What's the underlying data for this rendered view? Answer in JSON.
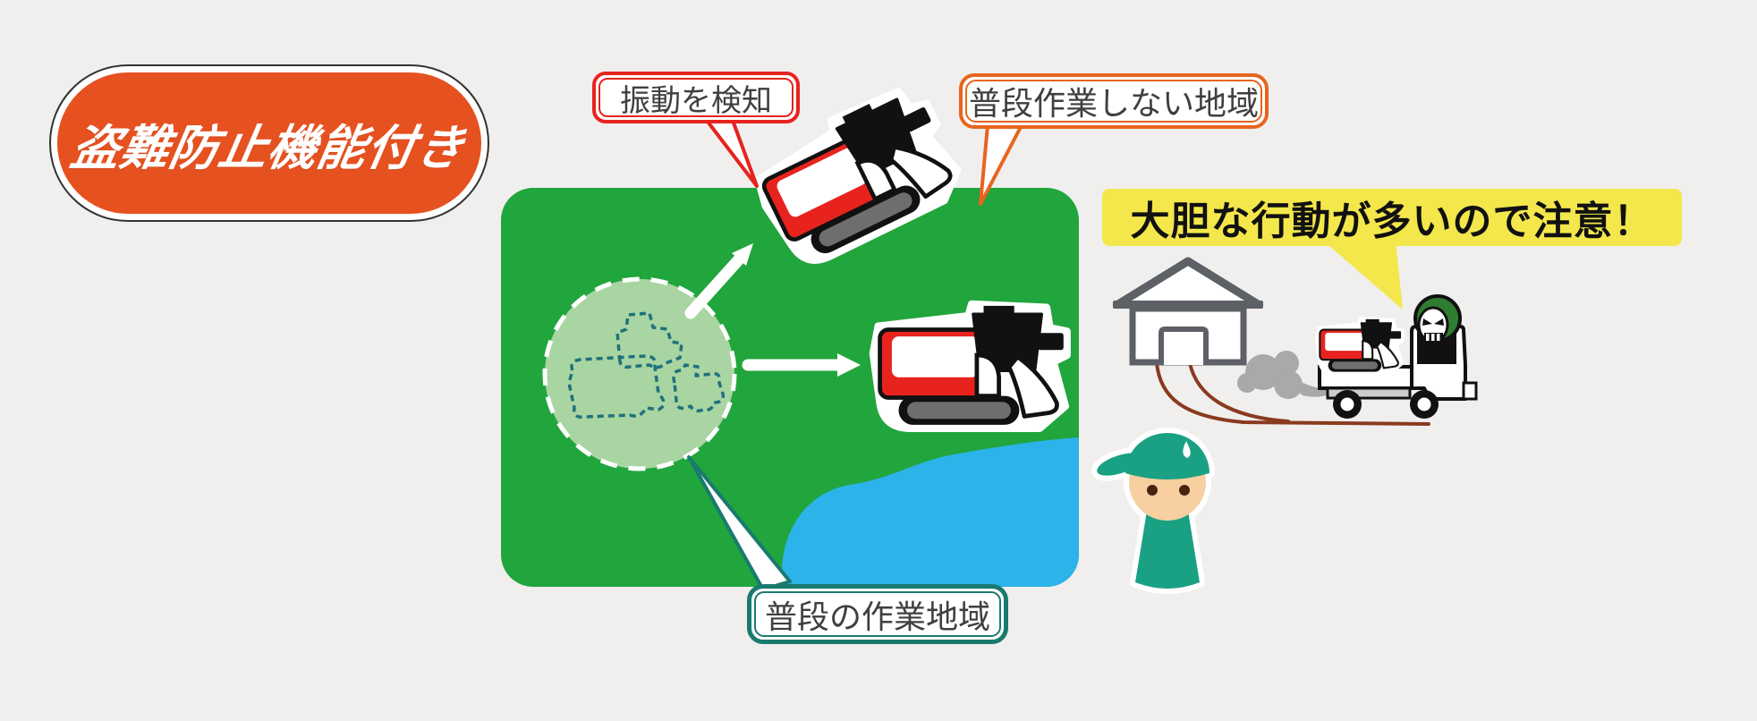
{
  "background_color": "#f0efee",
  "title_badge": {
    "label": "盗難防止機能付き",
    "bg_color": "#e65120",
    "text_color": "#ffffff"
  },
  "callouts": {
    "vibration": {
      "label": "振動を検知",
      "border_color": "#e6231e"
    },
    "unusual_area": {
      "label": "普段作業しない地域",
      "border_color": "#e8641e"
    },
    "usual_area": {
      "label": "普段の作業地域",
      "border_color": "#197a6e"
    },
    "warning": {
      "label": "大胆な行動が多いので注意！",
      "bg_color": "#f3e74b",
      "text_color": "#111111"
    }
  },
  "map": {
    "land_color": "#21a53d",
    "water_color": "#2cb3e9",
    "zone_fill_color": "#a8d5a1",
    "zone_dash_color": "#ffffff",
    "ghost_outline_color": "#20717d",
    "arrow_color": "#ffffff"
  },
  "machine_colors": {
    "body_red": "#e8231e",
    "black": "#111111",
    "track_gray": "#6e6e6e",
    "white": "#ffffff"
  },
  "scene": {
    "house_color": "#5d6166",
    "smoke_color": "#a9a9a9",
    "tire_track_color": "#8a3a1f",
    "thief_hood_color": "#2e7d32",
    "farmer_color": "#1aa183",
    "farmer_skin_color": "#f7cfa0",
    "icons": {
      "tilted_machine": "combine-harvester-icon",
      "usual_machine": "combine-harvester-icon",
      "stolen_machine": "combine-harvester-icon",
      "ghost_machines": [
        "tractor-outline-icon",
        "combine-outline-icon",
        "wagon-outline-icon"
      ],
      "house": "barn-icon",
      "truck": "truck-icon",
      "thief": "thief-skull-icon",
      "smoke": "exhaust-smoke-icon",
      "farmer": "farmer-icon",
      "sweat": "sweat-drop-icon",
      "arrows": [
        "arrow-up-right-icon",
        "arrow-right-icon"
      ]
    }
  }
}
